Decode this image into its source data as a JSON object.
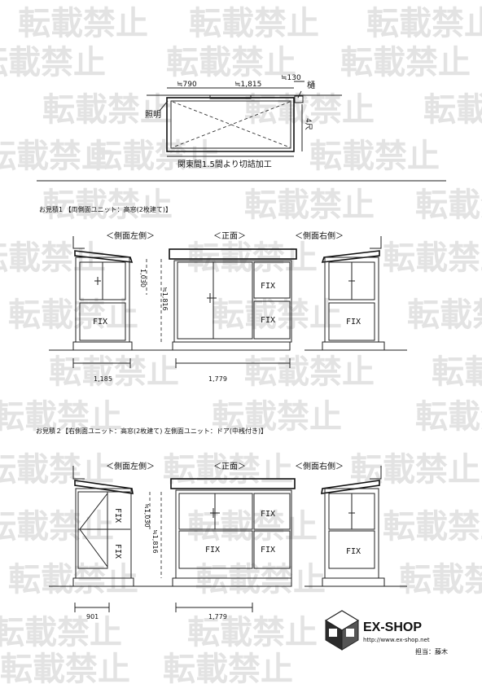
{
  "watermark_text": "転載禁止",
  "top_plan": {
    "dim_left": "≒790",
    "dim_mid": "≒1,815",
    "dim_right": "≒130",
    "label_gutter": "樋",
    "label_light": "照明",
    "label_height": "4尺",
    "caption": "関東間1.5間より切詰加工"
  },
  "estimate1": {
    "title": "お見積1 【両側面ユニット：高窓(2枚建て)】",
    "label_left_side": "＜側面左側＞",
    "label_front": "＜正面＞",
    "label_right_side": "＜側面右側＞",
    "fix": "FIX",
    "dim_height_1": "1,030",
    "dim_height_2": "≒1,816",
    "dim_side_width": "1,185",
    "dim_front_width": "1,779"
  },
  "estimate2": {
    "title": "お見積２【右側面ユニット：高窓(2枚建て) 左側面ユニット：ドア(中桟付き)】",
    "label_left_side": "＜側面左側＞",
    "label_front": "＜正面＞",
    "label_right_side": "＜側面右側＞",
    "fix": "FIX",
    "dim_height_1": "≒1,030",
    "dim_height_2": "≒1,816",
    "dim_side_width": "901",
    "dim_front_width": "1,779"
  },
  "logo": {
    "name": "EX-SHOP",
    "url": "http://www.ex-shop.net",
    "staff": "担当：藤木"
  }
}
